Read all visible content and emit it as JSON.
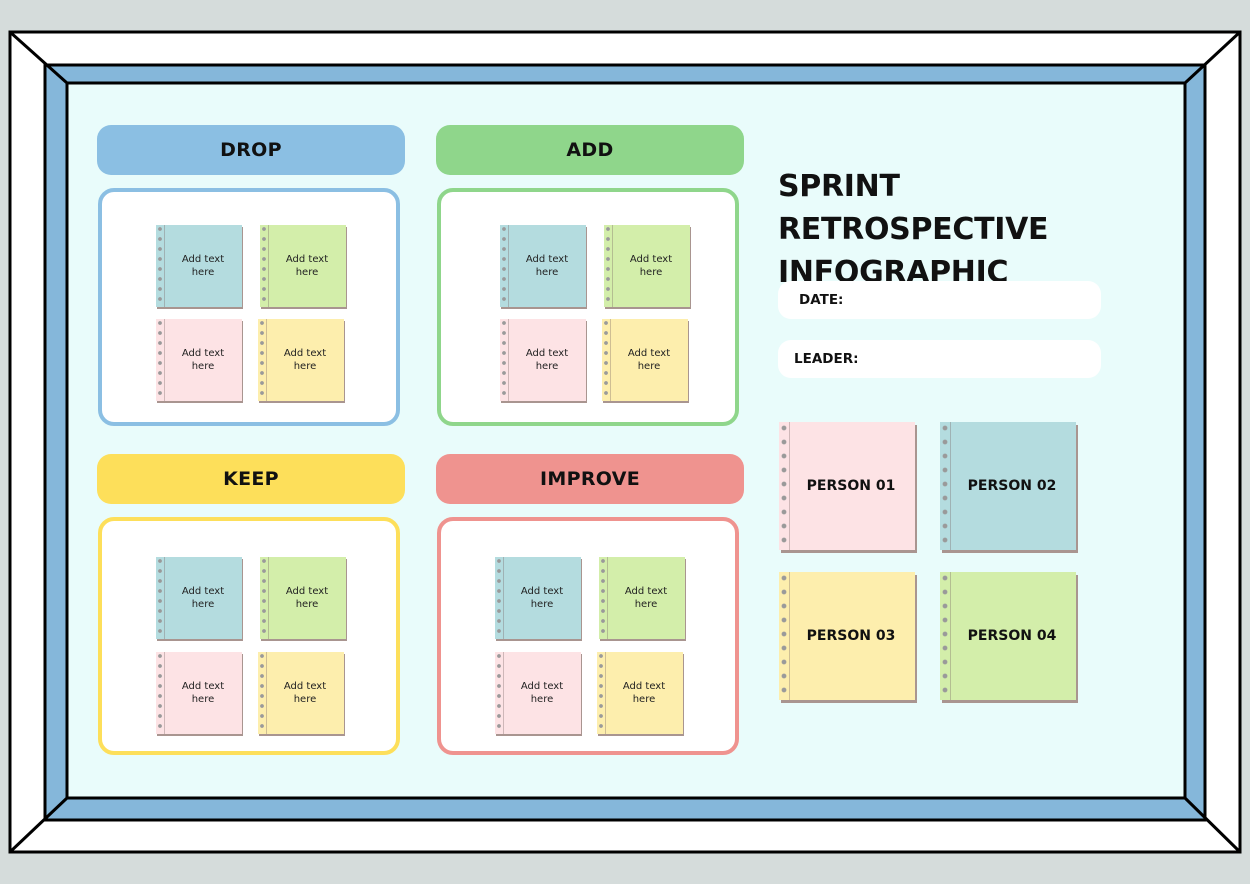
{
  "title_line1": "SPRINT RETROSPECTIVE",
  "title_line2": "INFOGRAPHIC",
  "fields": {
    "date_label": "DATE:",
    "leader_label": "LEADER:"
  },
  "categories": [
    {
      "label": "DROP",
      "color": "#8bbfe3"
    },
    {
      "label": "ADD",
      "color": "#8fd68b"
    },
    {
      "label": "KEEP",
      "color": "#fddf5a"
    },
    {
      "label": "IMPROVE",
      "color": "#ef938f"
    }
  ],
  "note_placeholder": "Add text here",
  "note_colors": [
    "#b4dcdf",
    "#d3eeaa",
    "#fde3e5",
    "#fdeead"
  ],
  "persons": [
    {
      "label": "PERSON 01",
      "color": "#fde3e5"
    },
    {
      "label": "PERSON 02",
      "color": "#b4dcdf"
    },
    {
      "label": "PERSON 03",
      "color": "#fdeead"
    },
    {
      "label": "PERSON 04",
      "color": "#d3eeaa"
    }
  ]
}
